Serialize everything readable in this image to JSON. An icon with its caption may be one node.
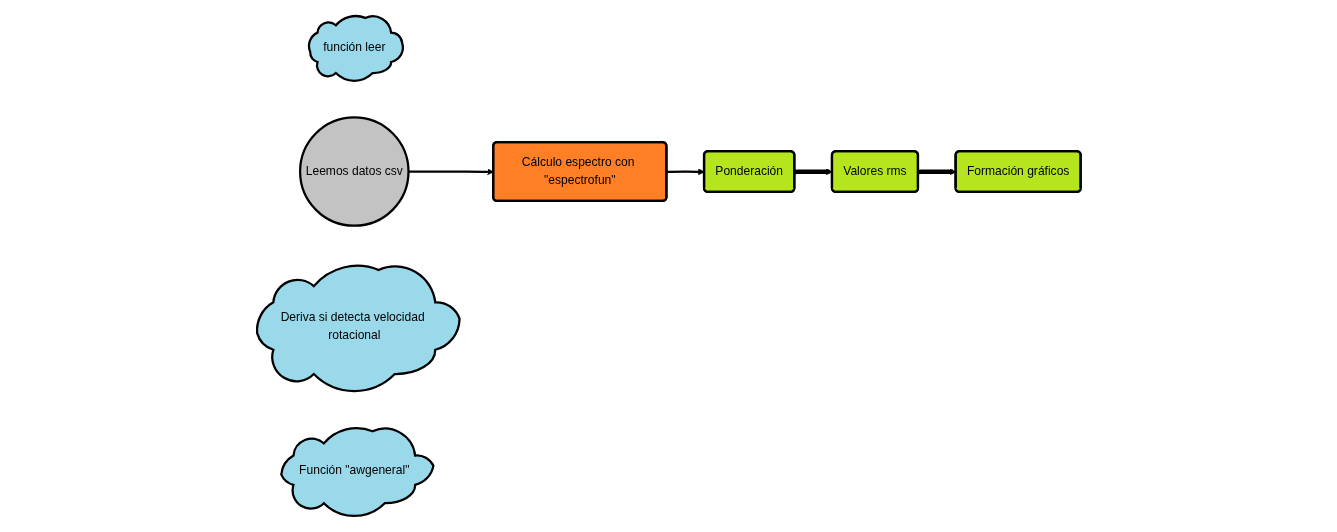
{
  "diagram": {
    "nodes": [
      {
        "text": [
          "función leer"
        ]
      },
      {
        "text": [
          "Leemos datos csv"
        ]
      },
      {
        "text": [
          "Cálculo espectro con \"espectrofun\""
        ]
      },
      {
        "text": [
          "Deriva si detecta velocidad rotacional"
        ]
      },
      {
        "text": [
          "Ponderación"
        ]
      },
      {
        "text": [
          "Valores rms"
        ]
      },
      {
        "text": [
          "Función \"awgeneral\""
        ]
      },
      {
        "text": [
          "Formación gráficos"
        ]
      }
    ],
    "edges": [
      {
        "from": 1,
        "to": 2,
        "arrow": "to"
      },
      {
        "from": 2,
        "to": 4,
        "arrow": "to"
      },
      {
        "from": 4,
        "to": 5,
        "arrow": "to",
        "style": "thick"
      },
      {
        "from": 5,
        "to": 7,
        "arrow": "to",
        "style": "thick"
      }
    ]
  }
}
